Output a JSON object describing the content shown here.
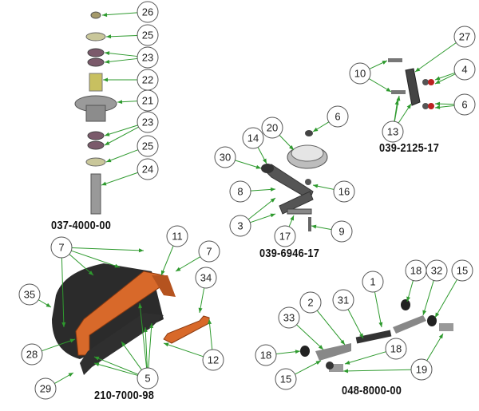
{
  "assemblies": [
    {
      "part_number": "037-4000-00",
      "callouts": [
        "26",
        "25",
        "23",
        "22",
        "21",
        "23",
        "25",
        "24"
      ]
    },
    {
      "part_number": "039-6946-17",
      "callouts": [
        "6",
        "20",
        "14",
        "30",
        "8",
        "16",
        "3",
        "9",
        "17"
      ]
    },
    {
      "part_number": "039-2125-17",
      "callouts": [
        "27",
        "10",
        "4",
        "6",
        "13"
      ]
    },
    {
      "part_number": "210-7000-98",
      "callouts": [
        "7",
        "11",
        "7",
        "34",
        "35",
        "28",
        "12",
        "5",
        "29"
      ]
    },
    {
      "part_number": "048-8000-00",
      "callouts": [
        "1",
        "18",
        "32",
        "15",
        "2",
        "31",
        "33",
        "18",
        "18",
        "15",
        "19"
      ]
    }
  ],
  "colors": {
    "leader": "#2e9a2e",
    "part_orange": "#d8692a",
    "part_dark": "#3a3a3a",
    "part_gray": "#8a8a8a",
    "circle_stroke": "#555555"
  }
}
